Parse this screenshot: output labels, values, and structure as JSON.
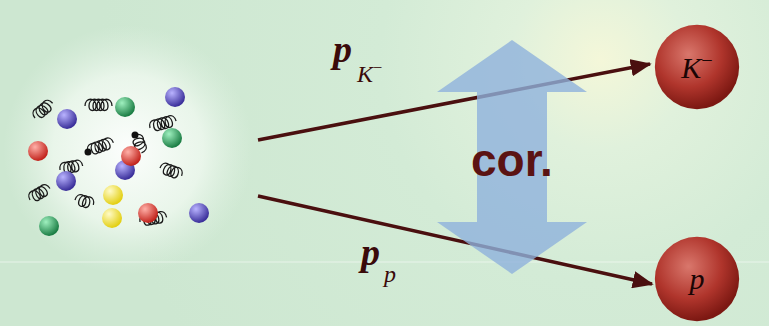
{
  "diagram": {
    "nodes": [
      {
        "text": [
          "K−"
        ]
      },
      {
        "text": [
          "p"
        ]
      }
    ],
    "labels": [
      "p",
      "K−",
      "cor.",
      "p",
      "p"
    ]
  }
}
